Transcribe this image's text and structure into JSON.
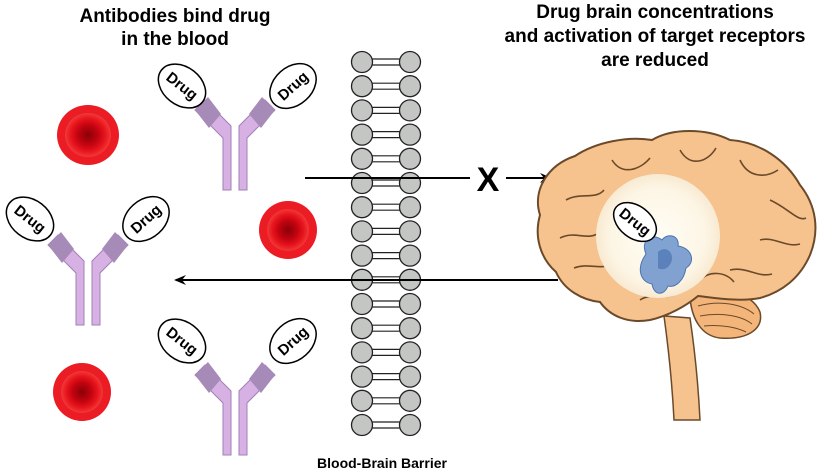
{
  "heading_left": {
    "line1": "Antibodies bind drug",
    "line2": "in the blood"
  },
  "heading_right": {
    "line1": "Drug brain concentrations",
    "line2": "and activation of target receptors",
    "line3": "are reduced"
  },
  "drug_label": "Drug",
  "barrier_label": "Blood-Brain Barrier",
  "blocked_mark": "X",
  "colors": {
    "antibody_heavy": "#d8b1e4",
    "antibody_light": "#a68ab8",
    "red_blood_cell": "#e30613",
    "membrane_head": "#c3c6c3",
    "brain": "#f6c28d",
    "receptor": "#6b93cc"
  }
}
